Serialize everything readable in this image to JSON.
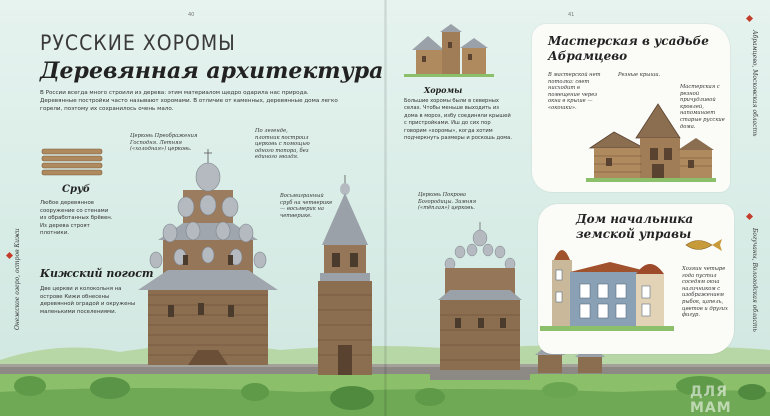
{
  "left_page": {
    "page_number": "40",
    "title_line1": "РУССКИЕ ХОРОМЫ",
    "title_line2": "Деревянная архитектура",
    "intro": "В России всегда много строили из дерева: этим материалом щедро одарила нас природа. Деревянные постройки часто называют хоромами. В отличие от каменных, деревянные дома легко горели, поэтому их сохранилось очень мало.",
    "sruб_heading": "Сруб",
    "sruб_text": "Любое деревянное сооружение со стенами из обработанных брёвен. Из дерева строят плотники.",
    "pogost_heading": "Кижский погост",
    "pogost_text": "Две церкви и колокольня на острове Кижи обнесены деревянной оградой и окружены маленькими поселениями.",
    "note_church": "Церковь Преображения Господня. Летняя («холодная») церковь.",
    "note_nails": "По легенде, плотник построил церковь с помощью одного топора, без единого гвоздя.",
    "note_belfry": "Восьмигранный сруб на четверике — восьмерик на четверике.",
    "side_caption": "Онежское озеро, остров Кижи"
  },
  "right_page": {
    "page_number": "41",
    "khoromy_heading": "Хоромы",
    "khoromy_text": "Большие хоромы были в северных селах. Чтобы меньше выходить из дома в мороз, избу соединяли крышей с пристройками. Иш до сих пор говорим «хоромы», когда хотим подчеркнуть размеры и роскошь дома.",
    "note_pokrov": "Церковь Покрова Богородицы. Зимняя («тёплая») церковь.",
    "workshop_title": "Мастерская в усадьбе Абрамцево",
    "workshop_note_left": "В мастерской нет потолка: свет нисходит в помещение через окна в крыше — «окошки».",
    "workshop_note_mid": "Резные крыши.",
    "workshop_note_right": "Мастерская с резной причудливой кровлей, напоминает старые русские дома.",
    "zemstvo_title": "Дом начальника земской управы",
    "zemstvo_note": "Хозяин четыре года пустил соседям окна наличником с изображением рыбок, цапель, цветов и других фигур.",
    "side_caption_top": "Абрамцево, Московская область",
    "side_caption_bottom": "Богучаны, Вологодская область",
    "watermark": "ДЛЯ МАМ"
  },
  "colors": {
    "sky": "#dcefe9",
    "grass": "#8cbf6a",
    "wood": "#8b6d4f",
    "roof_shingle": "#9aa1a8",
    "card": "#fbfbf8",
    "accent_red": "#c33c2c"
  }
}
